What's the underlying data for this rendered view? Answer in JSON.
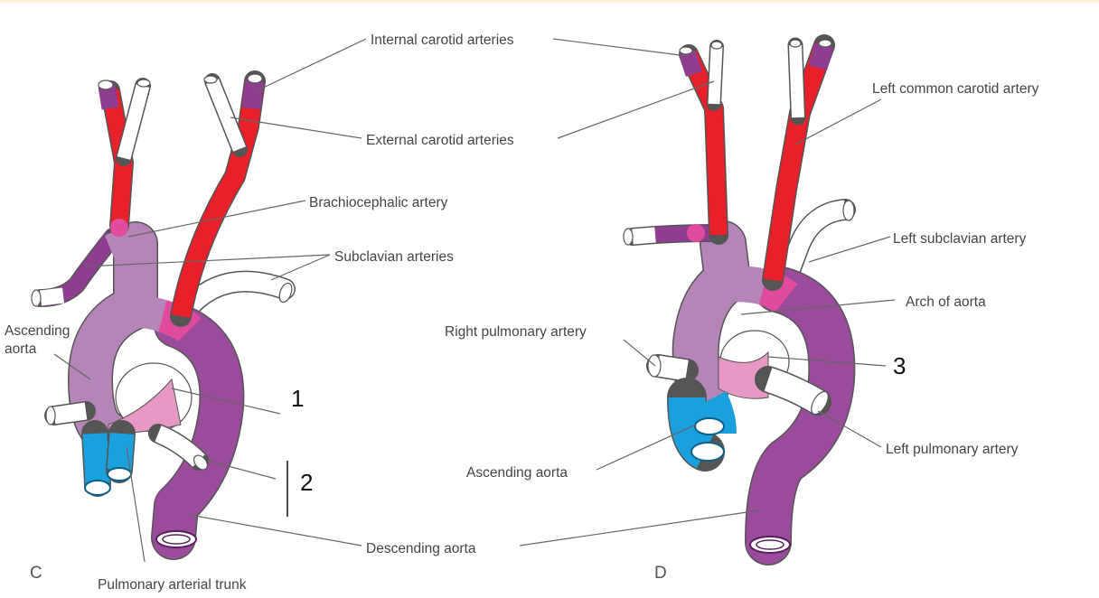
{
  "colors": {
    "internal_carotid": "#8e3d91",
    "common_carotid": "#e8202a",
    "ascending_lilac": "#b685b8",
    "descending_purple": "#9a4b9c",
    "pink": "#e04b9d",
    "light_pink": "#e898c4",
    "pulmonary_blue": "#1aa0dc",
    "white_vessel": "#ffffff"
  },
  "labels": {
    "internal_carotid": "Internal carotid arteries",
    "external_carotid": "External carotid arteries",
    "brachiocephalic": "Brachiocephalic artery",
    "subclavian": "Subclavian arteries",
    "ascending_aorta_c_line1": "Ascending",
    "ascending_aorta_c_line2": "aorta",
    "pulmonary_trunk": "Pulmonary arterial trunk",
    "descending_aorta": "Descending aorta",
    "left_common_carotid": "Left common carotid artery",
    "left_subclavian": "Left subclavian artery",
    "arch_of_aorta": "Arch of aorta",
    "right_pulmonary": "Right pulmonary artery",
    "left_pulmonary": "Left pulmonary artery",
    "ascending_aorta_d": "Ascending aorta"
  },
  "markers": {
    "one": "1",
    "two": "2",
    "three": "3"
  },
  "panels": {
    "c": "C",
    "d": "D"
  }
}
